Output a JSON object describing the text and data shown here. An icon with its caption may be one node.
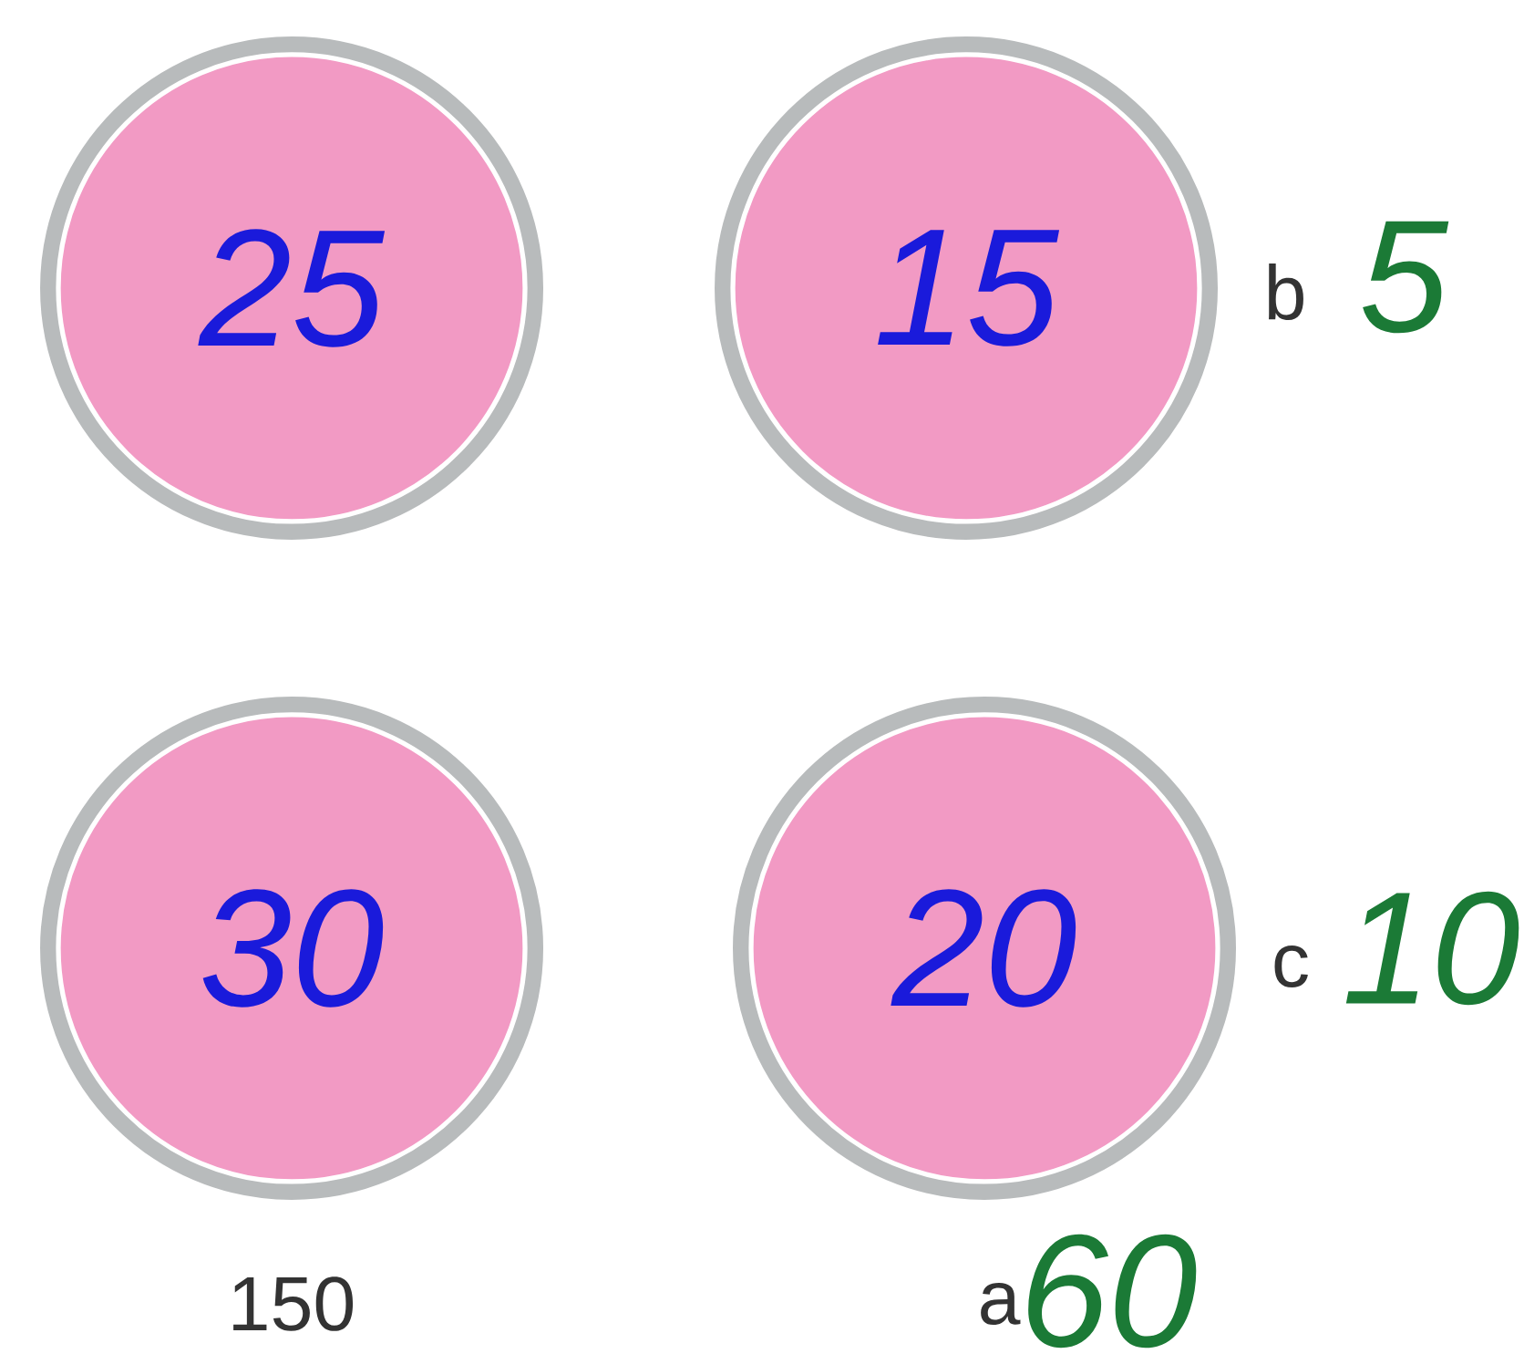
{
  "diagram": {
    "nodes": [
      {
        "text": [
          "25"
        ]
      },
      {
        "text": [
          "15"
        ]
      },
      {
        "text": [
          "30"
        ]
      },
      {
        "text": [
          "20"
        ]
      }
    ],
    "labels": [
      "b",
      "5",
      "c",
      "10",
      "150",
      "a",
      "60"
    ]
  }
}
